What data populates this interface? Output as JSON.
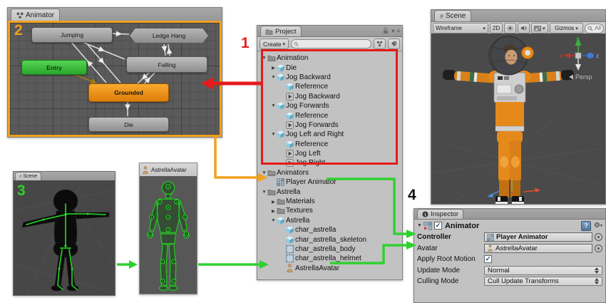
{
  "annotations": {
    "step1": "1",
    "step2": "2",
    "step3": "3",
    "step4": "4"
  },
  "colors": {
    "accent_red": "#e51a1a",
    "accent_orange": "#f0a11e",
    "accent_green": "#2fd12f",
    "entry_green": "#3fc93f",
    "grounded_orange": "#f09420",
    "panel_bg": "#c2c2c2",
    "graph_bg": "#5a5a5a",
    "viewport_bg": "#4a4a4a"
  },
  "animator": {
    "tab": "Animator",
    "states": [
      {
        "label": "Jumping"
      },
      {
        "label": "Ledge Hang"
      },
      {
        "label": "Falling"
      },
      {
        "label": "Entry"
      },
      {
        "label": "Grounded"
      },
      {
        "label": "Die"
      }
    ]
  },
  "project": {
    "tab": "Project",
    "create_label": "Create",
    "search_placeholder": "",
    "tree": [
      {
        "label": "Animation",
        "depth": 0,
        "icon": "folder",
        "exp": "open"
      },
      {
        "label": "Die",
        "depth": 1,
        "icon": "cube",
        "exp": "closed"
      },
      {
        "label": "Jog Backward",
        "depth": 1,
        "icon": "cube",
        "exp": "open"
      },
      {
        "label": "Reference",
        "depth": 2,
        "icon": "cube",
        "exp": "none"
      },
      {
        "label": "Jog Backward",
        "depth": 2,
        "icon": "clip",
        "exp": "none"
      },
      {
        "label": "Jog Forwards",
        "depth": 1,
        "icon": "cube",
        "exp": "open"
      },
      {
        "label": "Reference",
        "depth": 2,
        "icon": "cube",
        "exp": "none"
      },
      {
        "label": "Jog Forwards",
        "depth": 2,
        "icon": "clip",
        "exp": "none"
      },
      {
        "label": "Jog Left and Right",
        "depth": 1,
        "icon": "cube",
        "exp": "open"
      },
      {
        "label": "Reference",
        "depth": 2,
        "icon": "cube",
        "exp": "none"
      },
      {
        "label": "Jog Left",
        "depth": 2,
        "icon": "clip",
        "exp": "none"
      },
      {
        "label": "Jog Right",
        "depth": 2,
        "icon": "clip",
        "exp": "none"
      },
      {
        "label": "Animators",
        "depth": 0,
        "icon": "folder",
        "exp": "open"
      },
      {
        "label": "Player Animator",
        "depth": 1,
        "icon": "controller",
        "exp": "none"
      },
      {
        "label": "Astrella",
        "depth": 0,
        "icon": "folder",
        "exp": "open"
      },
      {
        "label": "Materials",
        "depth": 1,
        "icon": "folder",
        "exp": "closed"
      },
      {
        "label": "Textures",
        "depth": 1,
        "icon": "folder",
        "exp": "closed"
      },
      {
        "label": "Astrella",
        "depth": 1,
        "icon": "cube",
        "exp": "open"
      },
      {
        "label": "char_astrella",
        "depth": 2,
        "icon": "cube",
        "exp": "none"
      },
      {
        "label": "char_astrella_skeleton",
        "depth": 2,
        "icon": "cube",
        "exp": "none"
      },
      {
        "label": "char_astrella_body",
        "depth": 2,
        "icon": "mesh",
        "exp": "none"
      },
      {
        "label": "char_astrella_helmet",
        "depth": 2,
        "icon": "mesh",
        "exp": "none"
      },
      {
        "label": "AstrellaAvatar",
        "depth": 2,
        "icon": "avatar",
        "exp": "none"
      }
    ]
  },
  "scene_preview": {
    "tab": "Scene"
  },
  "avatar_preview": {
    "title": "AstrellaAvatar"
  },
  "scene": {
    "tab": "Scene",
    "toolbar": {
      "shading": "Wireframe",
      "mode_2d": "2D",
      "gizmos": "Gizmos",
      "search": "All"
    },
    "gizmo": {
      "x": "x",
      "y": "y",
      "z": "z",
      "persp": "Persp"
    }
  },
  "inspector": {
    "tab": "Inspector",
    "component": "Animator",
    "fields": {
      "controller": {
        "label": "Controller",
        "value": "Player Animator"
      },
      "avatar": {
        "label": "Avatar",
        "value": "AstrellaAvatar"
      },
      "apply_root_motion": {
        "label": "Apply Root Motion",
        "checked": "✓"
      },
      "update_mode": {
        "label": "Update Mode",
        "value": "Normal"
      },
      "culling_mode": {
        "label": "Culling Mode",
        "value": "Cull Update Transforms"
      }
    }
  },
  "icons": {
    "chevron_down": "▾"
  }
}
